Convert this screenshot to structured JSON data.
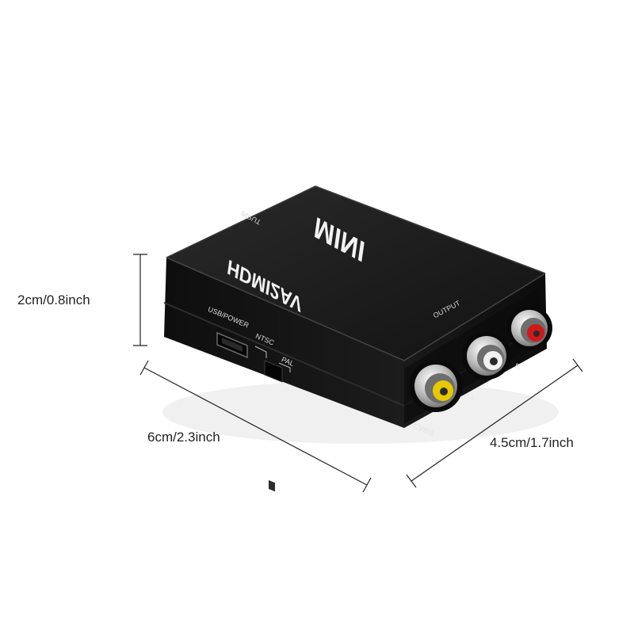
{
  "dimensions": {
    "height": "2cm/0.8inch",
    "length": "6cm/2.3inch",
    "width": "4.5cm/1.7inch"
  },
  "device": {
    "top_text_1": "MINI",
    "top_text_2": "HDMI2AV",
    "input_label": "INPUT",
    "output_label": "OUTPUT",
    "usb_label": "USB/POWER",
    "ntsc_label": "NTSC",
    "pal_label": "PAL",
    "cvbs_label": "CVBS",
    "l_label": "L",
    "r_label": "R",
    "body_color": "#161616",
    "rca_colors": {
      "cvbs": "#e8c800",
      "left": "#f2f2f2",
      "right": "#d01818"
    }
  }
}
